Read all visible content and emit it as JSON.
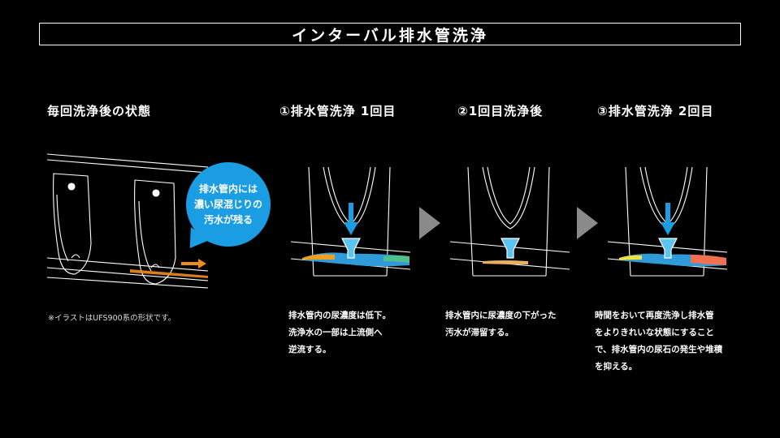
{
  "title": "インターバル排水管洗浄",
  "headings": {
    "state": "毎回洗浄後の状態",
    "step1": "①排水管洗浄 1回目",
    "step2": "②1回目洗浄後",
    "step3": "③排水管洗浄 2回目"
  },
  "bubble_lines": [
    "排水管内には",
    "濃い尿混じりの",
    "汚水が残る"
  ],
  "note": "※イラストはUFS900系の形状です。",
  "desc1": [
    "排水管内の尿濃度は低下。",
    "洗浄水の一部は上流側へ",
    "逆流する。"
  ],
  "desc2": [
    "排水管内に尿濃度の下がった",
    "汚水が滞留する。"
  ],
  "desc3": [
    "時間をおいて再度洗浄し排水管",
    "をよりきれいな状態にすること",
    "で、排水管内の尿石の発生や堆積",
    "を抑える。"
  ],
  "colors": {
    "accent_blue": "#1b9de3",
    "urine_orange": "#f08c1e",
    "arrow_gray": "#8a8a8a",
    "background": "#000000"
  },
  "icons": {
    "flow_arrow": "orange-right-arrow",
    "step_arrow": "gray-chevron-right",
    "water_arrow": "blue-down-arrow"
  }
}
